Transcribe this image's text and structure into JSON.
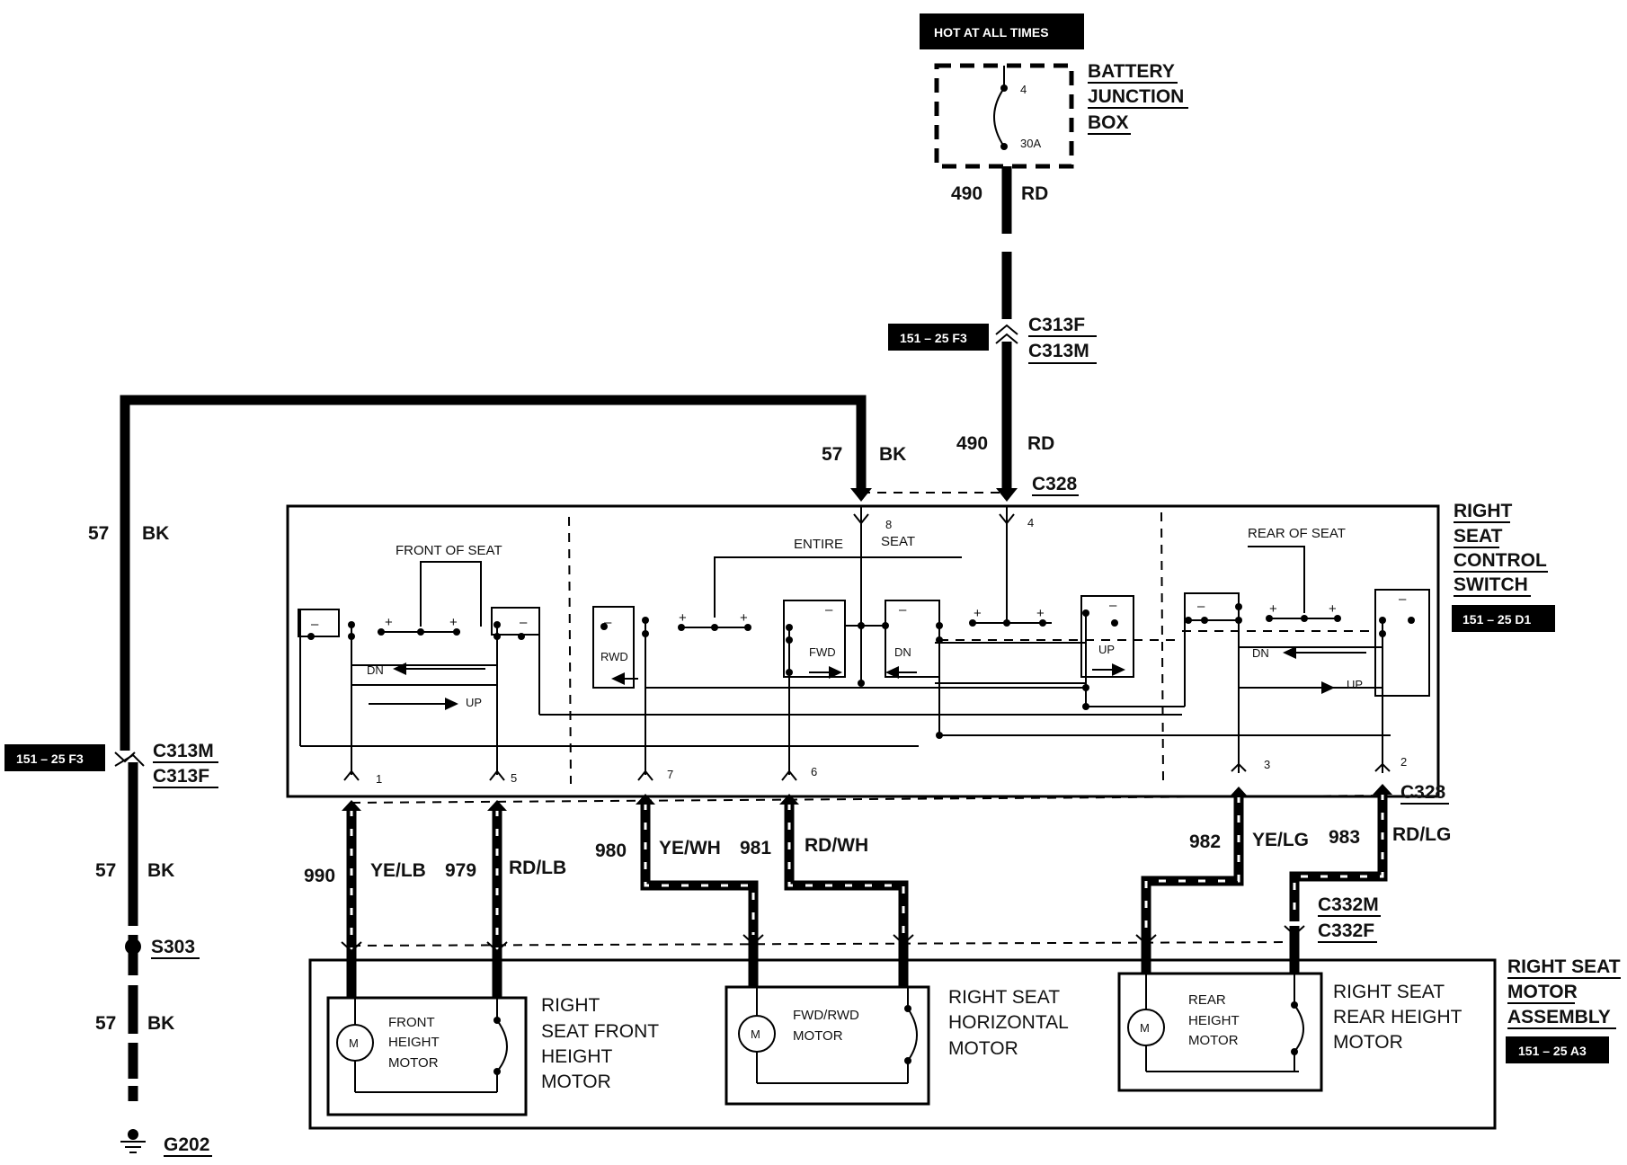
{
  "diagram": {
    "hot_label": "HOT AT ALL TIMES",
    "battery_junction_box": {
      "line1": "BATTERY",
      "line2": "JUNCTION",
      "line3": "BOX",
      "fuse_pin": "4",
      "fuse_rating": "30A"
    },
    "wires": {
      "power_top": {
        "circuit": "490",
        "color": "RD"
      },
      "power_mid": {
        "circuit": "490",
        "color": "RD"
      },
      "ground_top": {
        "circuit": "57",
        "color": "BK"
      },
      "ground_left1": {
        "circuit": "57",
        "color": "BK"
      },
      "ground_left2": {
        "circuit": "57",
        "color": "BK"
      },
      "ground_left3": {
        "circuit": "57",
        "color": "BK"
      },
      "w990": {
        "circuit": "990",
        "color": "YE/LB"
      },
      "w979": {
        "circuit": "979",
        "color": "RD/LB"
      },
      "w980": {
        "circuit": "980",
        "color": "YE/WH"
      },
      "w981": {
        "circuit": "981",
        "color": "RD/WH"
      },
      "w982": {
        "circuit": "982",
        "color": "YE/LG"
      },
      "w983": {
        "circuit": "983",
        "color": "RD/LG"
      }
    },
    "connectors": {
      "c313_top_f": "C313F",
      "c313_top_m": "C313M",
      "c313_left_m": "C313M",
      "c313_left_f": "C313F",
      "c328_top": "C328",
      "c328_bottom": "C328",
      "c332_m": "C332M",
      "c332_f": "C332F",
      "s303": "S303",
      "g202": "G202"
    },
    "refs": {
      "ref_top": "151 – 25 F3",
      "ref_left": "151 – 25 F3",
      "ref_switch": "151 – 25 D1",
      "ref_motor": "151 – 25 A3"
    },
    "switch": {
      "title1": "RIGHT",
      "title2": "SEAT",
      "title3": "CONTROL",
      "title4": "SWITCH",
      "front_label": "FRONT OF SEAT",
      "entire_label": "ENTIRE",
      "seat_label": "SEAT",
      "rear_label": "REAR OF SEAT",
      "dn": "DN",
      "up": "UP",
      "rwd": "RWD",
      "fwd": "FWD",
      "minus": "–",
      "plus": "+",
      "pins": [
        "1",
        "5",
        "7",
        "6",
        "3",
        "2",
        "8",
        "4"
      ]
    },
    "motors": {
      "front": {
        "inner1": "FRONT",
        "inner2": "HEIGHT",
        "inner3": "MOTOR",
        "out1": "RIGHT",
        "out2": "SEAT FRONT",
        "out3": "HEIGHT",
        "out4": "MOTOR"
      },
      "horizontal": {
        "inner1": "FWD/RWD",
        "inner2": "MOTOR",
        "out1": "RIGHT SEAT",
        "out2": "HORIZONTAL",
        "out3": "MOTOR"
      },
      "rear": {
        "inner1": "REAR",
        "inner2": "HEIGHT",
        "inner3": "MOTOR",
        "out1": "RIGHT SEAT",
        "out2": "REAR HEIGHT",
        "out3": "MOTOR"
      },
      "m": "M"
    },
    "assembly": {
      "line1": "RIGHT SEAT",
      "line2": "MOTOR",
      "line3": "ASSEMBLY"
    }
  }
}
